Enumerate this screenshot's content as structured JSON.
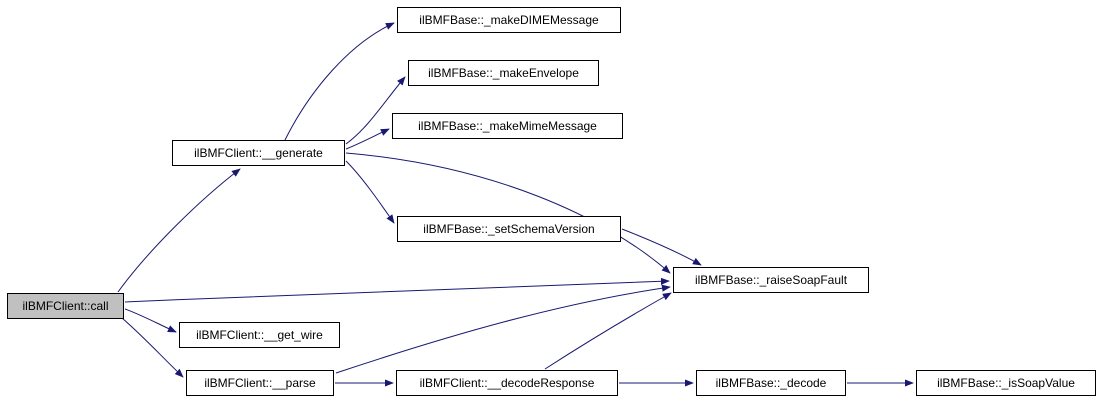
{
  "diagram": {
    "type": "call-graph",
    "nodes": [
      {
        "id": "call",
        "label": "ilBMFClient::call",
        "highlighted": true
      },
      {
        "id": "generate",
        "label": "ilBMFClient::__generate",
        "highlighted": false
      },
      {
        "id": "makeDIMEMessage",
        "label": "ilBMFBase::_makeDIMEMessage",
        "highlighted": false
      },
      {
        "id": "makeEnvelope",
        "label": "ilBMFBase::_makeEnvelope",
        "highlighted": false
      },
      {
        "id": "makeMimeMessage",
        "label": "ilBMFBase::_makeMimeMessage",
        "highlighted": false
      },
      {
        "id": "setSchemaVersion",
        "label": "ilBMFBase::_setSchemaVersion",
        "highlighted": false
      },
      {
        "id": "raiseSoapFault",
        "label": "ilBMFBase::_raiseSoapFault",
        "highlighted": false
      },
      {
        "id": "get_wire",
        "label": "ilBMFClient::__get_wire",
        "highlighted": false
      },
      {
        "id": "parse",
        "label": "ilBMFClient::__parse",
        "highlighted": false
      },
      {
        "id": "decodeResponse",
        "label": "ilBMFClient::__decodeResponse",
        "highlighted": false
      },
      {
        "id": "decode",
        "label": "ilBMFBase::_decode",
        "highlighted": false
      },
      {
        "id": "isSoapValue",
        "label": "ilBMFBase::_isSoapValue",
        "highlighted": false
      }
    ],
    "edges": [
      {
        "from": "call",
        "to": "generate"
      },
      {
        "from": "call",
        "to": "raiseSoapFault"
      },
      {
        "from": "call",
        "to": "get_wire"
      },
      {
        "from": "call",
        "to": "parse"
      },
      {
        "from": "generate",
        "to": "makeDIMEMessage"
      },
      {
        "from": "generate",
        "to": "makeEnvelope"
      },
      {
        "from": "generate",
        "to": "makeMimeMessage"
      },
      {
        "from": "generate",
        "to": "setSchemaVersion"
      },
      {
        "from": "generate",
        "to": "raiseSoapFault"
      },
      {
        "from": "setSchemaVersion",
        "to": "raiseSoapFault"
      },
      {
        "from": "parse",
        "to": "decodeResponse"
      },
      {
        "from": "parse",
        "to": "raiseSoapFault"
      },
      {
        "from": "decodeResponse",
        "to": "decode"
      },
      {
        "from": "decodeResponse",
        "to": "raiseSoapFault"
      },
      {
        "from": "decode",
        "to": "isSoapValue"
      }
    ],
    "colors": {
      "edge": "#191970",
      "node_border": "#000000",
      "node_fill": "#ffffff",
      "highlight_fill": "#c0c0c0"
    }
  }
}
